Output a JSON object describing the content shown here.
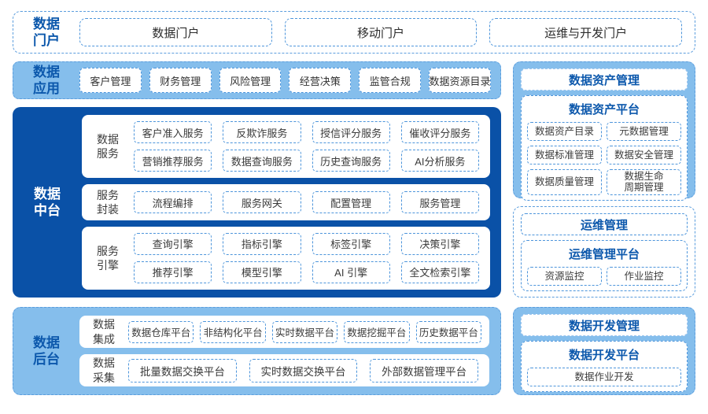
{
  "colors": {
    "light_blue_bg": "#85BEEC",
    "dark_blue_bg": "#0A51A7",
    "dashed_border_blue": "#4D95DB",
    "container_border_blue": "#5B9DDD",
    "title_text_blue": "#0C58AC",
    "item_text_gray": "#3A3A3A"
  },
  "portal": {
    "label": "数据\n门户",
    "items": [
      "数据门户",
      "移动门户",
      "运维与开发门户"
    ]
  },
  "apps": {
    "label": "数据\n应用",
    "items": [
      "客户管理",
      "财务管理",
      "风险管理",
      "经营决策",
      "监管合规",
      "数据资源目录"
    ]
  },
  "middle": {
    "label": "数据\n中台",
    "rows": [
      {
        "label": "数据\n服务",
        "items": [
          "客户准入服务",
          "反欺诈服务",
          "授信评分服务",
          "催收评分服务",
          "营销推荐服务",
          "数据查询服务",
          "历史查询服务",
          "AI分析服务"
        ]
      },
      {
        "label": "服务\n封装",
        "items": [
          "流程编排",
          "服务网关",
          "配置管理",
          "服务管理"
        ]
      },
      {
        "label": "服务\n引擎",
        "items": [
          "查询引擎",
          "指标引擎",
          "标签引擎",
          "决策引擎",
          "推荐引擎",
          "模型引擎",
          "AI 引擎",
          "全文检索引擎"
        ]
      }
    ]
  },
  "backend": {
    "label": "数据\n后台",
    "rows": [
      {
        "label": "数据\n集成",
        "items": [
          "数据仓库平台",
          "非结构化平台",
          "实时数据平台",
          "数据挖掘平台",
          "历史数据平台"
        ]
      },
      {
        "label": "数据\n采集",
        "items": [
          "批量数据交换平台",
          "实时数据交换平台",
          "外部数据管理平台"
        ]
      }
    ]
  },
  "right_column": {
    "sections": [
      {
        "title": "数据资产管理",
        "platform": "数据资产平台",
        "items": [
          "数据资产目录",
          "元数据管理",
          "数据标准管理",
          "数据安全管理",
          "数据质量管理",
          "数据生命\n周期管理"
        ]
      },
      {
        "title": "运维管理",
        "platform": "运维管理平台",
        "items": [
          "资源监控",
          "作业监控"
        ]
      },
      {
        "title": "数据开发管理",
        "platform": "数据开发平台",
        "items": [
          "数据作业开发"
        ]
      }
    ]
  }
}
